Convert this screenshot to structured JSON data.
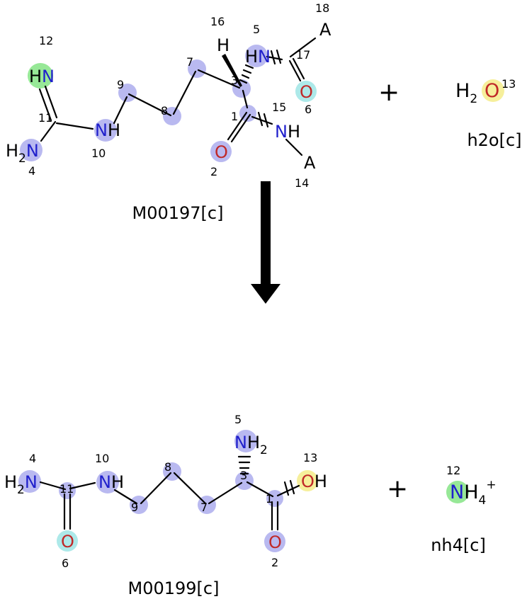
{
  "colors": {
    "nitrogen_text": "#2020cc",
    "oxygen_text": "#c02828",
    "carbon_text": "#000000",
    "highlight_lavender": "#b9b9f0",
    "highlight_green": "#97e897",
    "highlight_cyan": "#ade9e9",
    "highlight_yellow": "#f6ef9b",
    "bond": "#000000"
  },
  "reaction": {
    "operator_top": "+",
    "operator_bottom": "+",
    "reactant_main": {
      "caption": "M00197[c]",
      "numbers": {
        "n1": "1",
        "n2": "2",
        "n3": "3",
        "n4": "4",
        "n5": "5",
        "n6": "6",
        "n7": "7",
        "n8": "8",
        "n9": "9",
        "n10": "10",
        "n11": "11",
        "n12": "12",
        "n14": "14",
        "n15": "15",
        "n16": "16",
        "n17": "17",
        "n18": "18"
      },
      "labels": {
        "hn12_h": "H",
        "hn12_n": "N",
        "h2n4_h": "H",
        "h2n4_sub": "2",
        "h2n4_n": "N",
        "nh10_n": "N",
        "nh10_h": "H",
        "h16": "H",
        "hn5_h": "H",
        "hn5_n": "N",
        "a18": "A",
        "o6": "O",
        "o2": "O",
        "nh15_n": "N",
        "nh15_h": "H",
        "a14": "A"
      }
    },
    "reactant_water": {
      "h": "H",
      "sub": "2",
      "o": "O",
      "number": "13",
      "caption": "h2o[c]"
    },
    "product_main": {
      "caption": "M00199[c]",
      "numbers": {
        "n1": "1",
        "n2": "2",
        "n3": "3",
        "n4": "4",
        "n5": "5",
        "n6": "6",
        "n7": "7",
        "n8": "8",
        "n9": "9",
        "n10": "10",
        "n11": "11",
        "n13": "13"
      },
      "labels": {
        "h2n4_h": "H",
        "h2n4_sub": "2",
        "h2n4_n": "N",
        "nh10_n": "N",
        "nh10_h": "H",
        "nh2_5_n": "N",
        "nh2_5_h": "H",
        "nh2_5_sub": "2",
        "oh13_o": "O",
        "oh13_h": "H",
        "o6": "O",
        "o2": "O"
      }
    },
    "product_ammonium": {
      "n": "N",
      "h": "H",
      "sub": "4",
      "sup": "+",
      "number": "12",
      "caption": "nh4[c]"
    }
  }
}
